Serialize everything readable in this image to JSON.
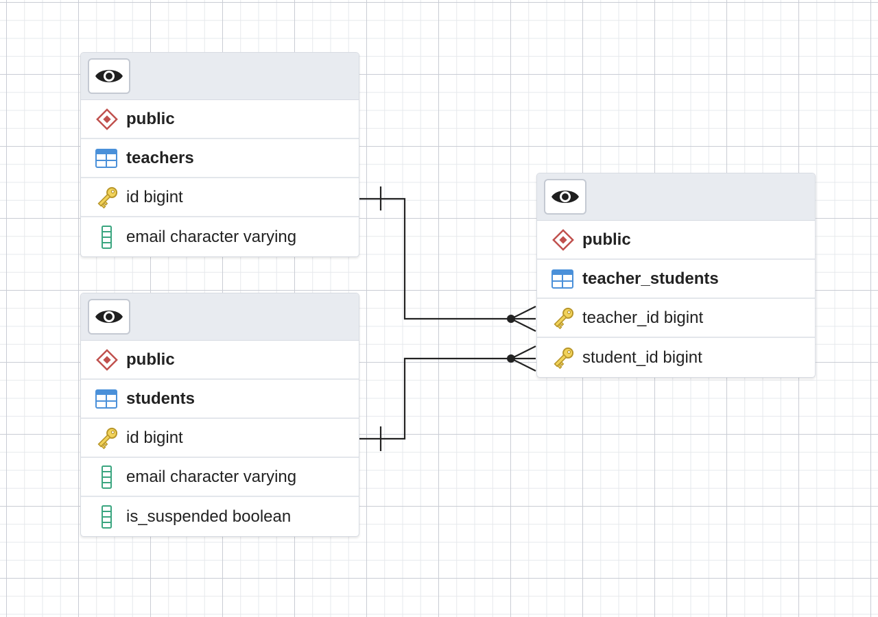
{
  "colors": {
    "schema_icon": "#c0504d",
    "table_icon": "#4a90d9",
    "key_icon": "#e6c84a",
    "column_icon": "#3aa57f",
    "link_line": "#222222"
  },
  "tables": {
    "teachers": {
      "schema": "public",
      "name": "teachers",
      "columns": [
        {
          "name": "id bigint",
          "icon": "primary-key-icon"
        },
        {
          "name": "email character varying",
          "icon": "column-icon"
        }
      ]
    },
    "students": {
      "schema": "public",
      "name": "students",
      "columns": [
        {
          "name": "id bigint",
          "icon": "primary-key-icon"
        },
        {
          "name": "email character varying",
          "icon": "column-icon"
        },
        {
          "name": "is_suspended boolean",
          "icon": "column-icon"
        }
      ]
    },
    "teacher_students": {
      "schema": "public",
      "name": "teacher_students",
      "columns": [
        {
          "name": "teacher_id bigint",
          "icon": "primary-key-icon"
        },
        {
          "name": "student_id bigint",
          "icon": "primary-key-icon"
        }
      ]
    }
  },
  "relationships": [
    {
      "from": "teachers.id",
      "to": "teacher_students.teacher_id",
      "from_cardinality": "one",
      "to_cardinality": "zero-or-many"
    },
    {
      "from": "students.id",
      "to": "teacher_students.student_id",
      "from_cardinality": "one",
      "to_cardinality": "zero-or-many"
    }
  ]
}
